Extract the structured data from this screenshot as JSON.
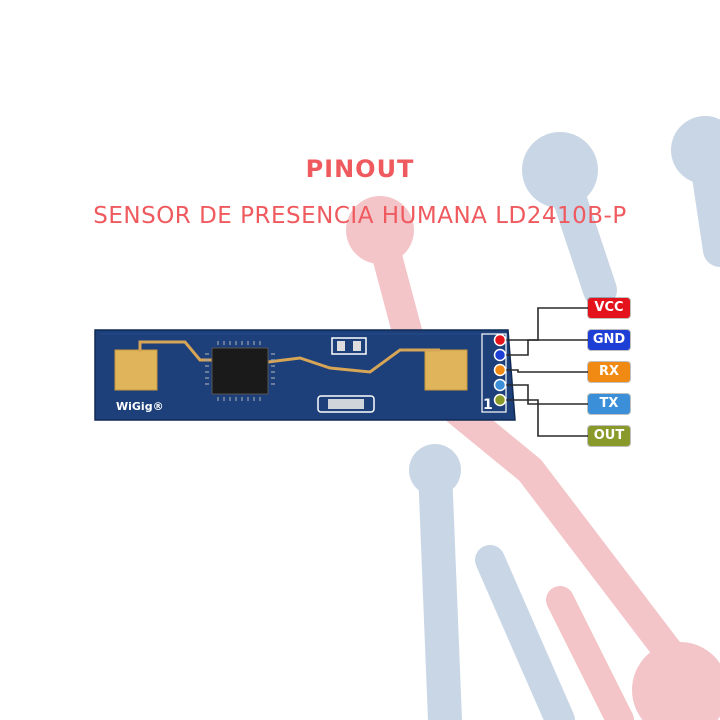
{
  "heading": "PINOUT",
  "subheading": "SENSOR DE PRESENCIA HUMANA LD2410B-P",
  "board": {
    "brand": "WiGig®",
    "pin1_marker": "1"
  },
  "pins": [
    {
      "label": "VCC",
      "color": "#e3121b"
    },
    {
      "label": "GND",
      "color": "#1e3fd6"
    },
    {
      "label": "RX",
      "color": "#f08a12"
    },
    {
      "label": "TX",
      "color": "#3a8fd8"
    },
    {
      "label": "OUT",
      "color": "#8a9a2a"
    }
  ],
  "colors": {
    "title": "#ef5a5f",
    "pcb": "#1d3f7a",
    "decor_blue": "#c9d6e6",
    "decor_red": "#f3c4c8"
  }
}
